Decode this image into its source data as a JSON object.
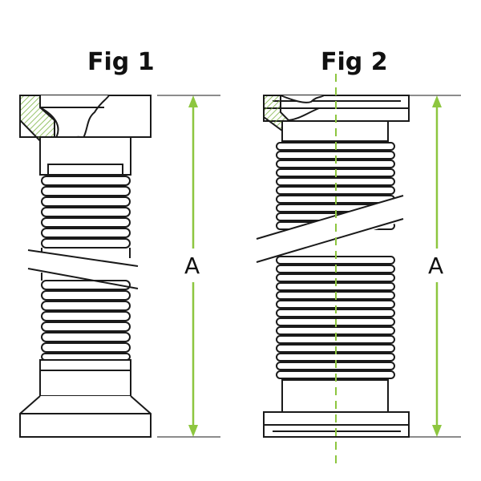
{
  "figures": [
    {
      "title": "Fig 1",
      "dimension_label": "A"
    },
    {
      "title": "Fig 2",
      "dimension_label": "A"
    }
  ],
  "colors": {
    "line": "#1a1a1a",
    "accent": "#8dc63f",
    "hatch": "#8dc63f",
    "background": "#ffffff"
  }
}
